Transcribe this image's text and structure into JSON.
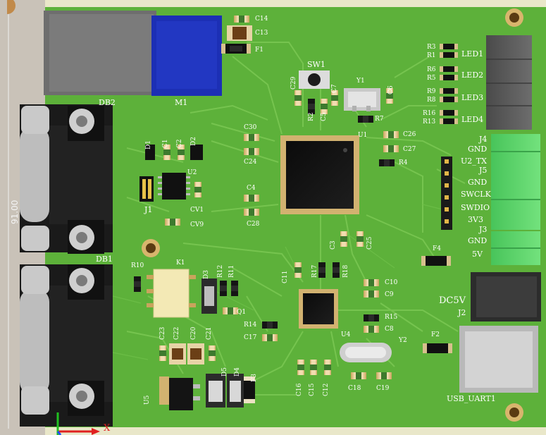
{
  "board": {
    "dimension_label": "91.00",
    "axis_x_label": "X"
  },
  "connectors": {
    "m1": "M1",
    "db2": "DB2",
    "db1": "DB1",
    "j1": "J1",
    "j2": "J2",
    "j3": "J3",
    "j4": "J4",
    "j5": "J5",
    "dc5v": "DC5V",
    "usb_uart": "USB_UART1",
    "sw1": "SW1"
  },
  "header_pins": {
    "j4": [
      "GND",
      "U2_TX"
    ],
    "j5": [
      "GND",
      "SWCLK",
      "SWDIO",
      "3V3"
    ],
    "j3": [
      "GND",
      "5V"
    ]
  },
  "leds": [
    "LED1",
    "LED2",
    "LED3",
    "LED4"
  ],
  "parts": {
    "u1": "U1",
    "u2": "U2",
    "u4": "U4",
    "u5": "U5",
    "y1": "Y1",
    "y2": "Y2",
    "k1": "K1",
    "q1": "Q1",
    "f1": "F1",
    "f2": "F2",
    "f3": "F3",
    "f4": "F4",
    "c14": "C14",
    "c13": "C13",
    "c29": "C29",
    "c7": "C7",
    "c6": "C6",
    "c5": "C5",
    "c30": "C30",
    "c24": "C24",
    "c28": "C28",
    "c27": "C27",
    "c26": "C26",
    "c4": "C4",
    "c3": "C3",
    "c25": "C25",
    "c11": "C11",
    "c10": "C10",
    "c9": "C9",
    "c8": "C8",
    "c17": "C17",
    "c16": "C16",
    "c15": "C15",
    "c12": "C12",
    "c18": "C18",
    "c19": "C19",
    "c1": "C1",
    "c2": "C2",
    "c20": "C20",
    "c21": "C21",
    "c22": "C22",
    "c23": "C23",
    "cv1": "CV1",
    "cv9": "CV9",
    "r1": "R1",
    "r2": "R2",
    "r3": "R3",
    "r4": "R4",
    "r5": "R5",
    "r6": "R6",
    "r7": "R7",
    "r8": "R8",
    "r9": "R9",
    "r10": "R10",
    "r11": "R11",
    "r12": "R12",
    "r13": "R13",
    "r14": "R14",
    "r15": "R15",
    "r16": "R16",
    "r17": "R17",
    "r18": "R18",
    "d1": "D1",
    "d2": "D2",
    "d3": "D3",
    "d4": "D4",
    "d5": "D5"
  },
  "colors": {
    "board": "#5db13a",
    "silkscreen": "#ffffff",
    "connector_body": "#1a1a1a",
    "terminal_block": "#5dd86a",
    "header_block": "#585858",
    "module_blue": "#1c2fb5",
    "relay": "#f3e9b5"
  }
}
